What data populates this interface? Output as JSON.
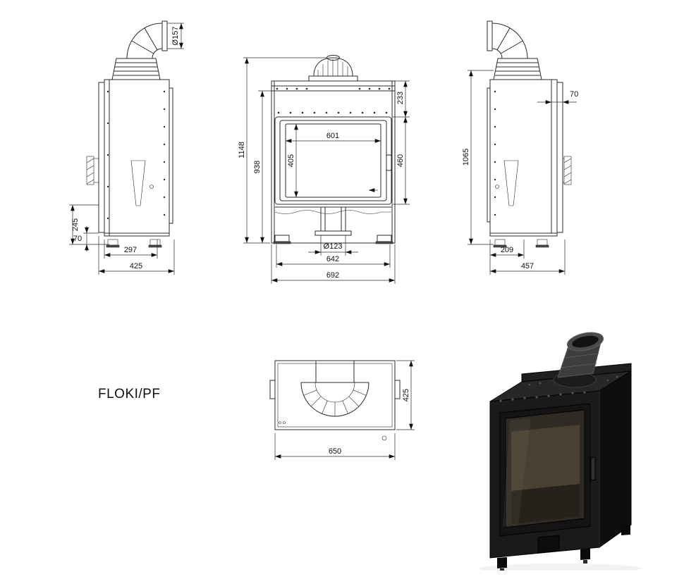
{
  "title": "FLOKI/PF",
  "views": {
    "side_left": {
      "flue_diameter": "Ø157",
      "height_245": "245",
      "height_70": "70",
      "width_297": "297",
      "width_425": "425"
    },
    "front": {
      "top_233": "233",
      "height_1148": "1148",
      "height_938": "938",
      "glass_width_601": "601",
      "glass_height_405": "405",
      "door_height_460": "460",
      "flue_123": "Ø123",
      "width_642": "642",
      "width_692": "692"
    },
    "side_right": {
      "offset_70": "70",
      "height_1065": "1065",
      "width_209": "209",
      "width_457": "457"
    },
    "top": {
      "depth_425": "425",
      "width_650": "650"
    }
  },
  "colors": {
    "line": "#2b2b2b",
    "text": "#111111",
    "render_body": "#1a1a1a",
    "render_pipe": "#3d3d3d",
    "render_glass": "#2f2b24"
  }
}
